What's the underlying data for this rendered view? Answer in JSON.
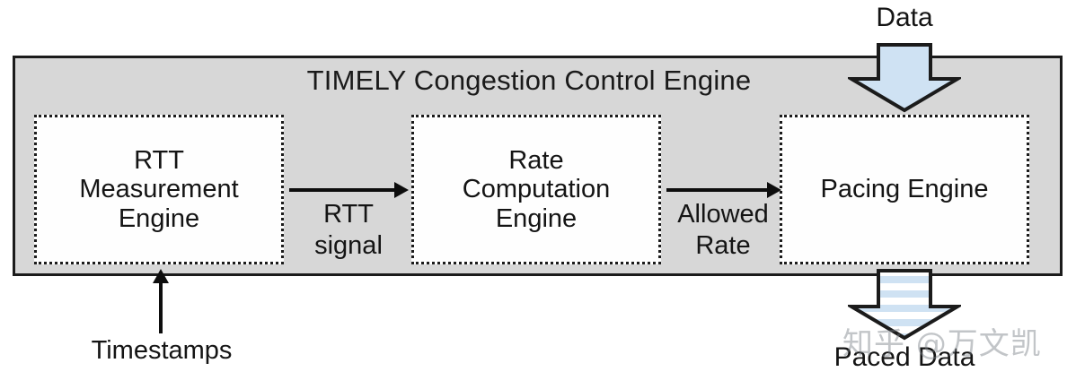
{
  "diagram": {
    "title": "TIMELY Congestion Control Engine",
    "container_name": "TIMELY Congestion Control Engine",
    "colors": {
      "container_fill": "#d7d7d7",
      "container_stroke": "#1b1b1b",
      "module_fill": "#fefefe",
      "module_stroke": "#1b1b1b",
      "arrow_fill": "#cfe2f3",
      "arrow_stroke": "#1b1b1b",
      "text": "#141414"
    },
    "modules": [
      {
        "id": "rtt-measurement-engine",
        "lines": [
          "RTT",
          "Measurement",
          "Engine"
        ]
      },
      {
        "id": "rate-computation-engine",
        "lines": [
          "Rate",
          "Computation",
          "Engine"
        ]
      },
      {
        "id": "pacing-engine",
        "lines": [
          "Pacing Engine"
        ]
      }
    ],
    "flow_labels": [
      {
        "id": "rtt-signal",
        "lines": [
          "RTT",
          "signal"
        ]
      },
      {
        "id": "allowed-rate",
        "lines": [
          "Allowed",
          "Rate"
        ]
      }
    ],
    "io_labels": {
      "input_top": "Data",
      "output_bottom": "Paced Data",
      "input_bottom_left": "Timestamps"
    },
    "watermark": "知乎 @万文凯"
  }
}
